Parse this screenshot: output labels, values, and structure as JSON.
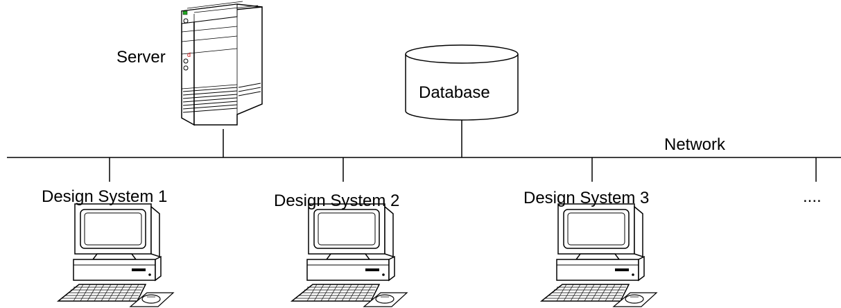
{
  "diagram": {
    "server_label": "Server",
    "database_label": "Database",
    "network_label": "Network",
    "systems": [
      {
        "label": "Design System 1"
      },
      {
        "label": "Design System 2"
      },
      {
        "label": "Design System 3"
      }
    ],
    "more_label": "...."
  }
}
